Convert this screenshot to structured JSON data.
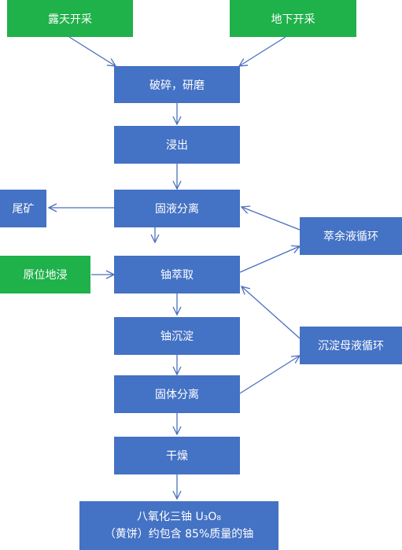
{
  "colors": {
    "process": "#4472c4",
    "source": "#1fb14a",
    "arrow": "#4a6fbf",
    "text": "#ffffff"
  },
  "nodes": {
    "open_pit": "露天开采",
    "underground": "地下开采",
    "crush_grind": "破碎，研磨",
    "leach": "浸出",
    "solid_liquid_sep": "固液分离",
    "tailings": "尾矿",
    "in_situ_leach": "原位地浸",
    "uranium_extraction": "铀萃取",
    "raffinate_cycle": "萃余液循环",
    "uranium_precip": "铀沉淀",
    "mother_liquor_cycle": "沉淀母液循环",
    "solid_sep": "固体分离",
    "drying": "干燥",
    "product_line1": "八氧化三铀 U₃O₈",
    "product_line2": "（黄饼）约包含 85%质量的铀"
  }
}
